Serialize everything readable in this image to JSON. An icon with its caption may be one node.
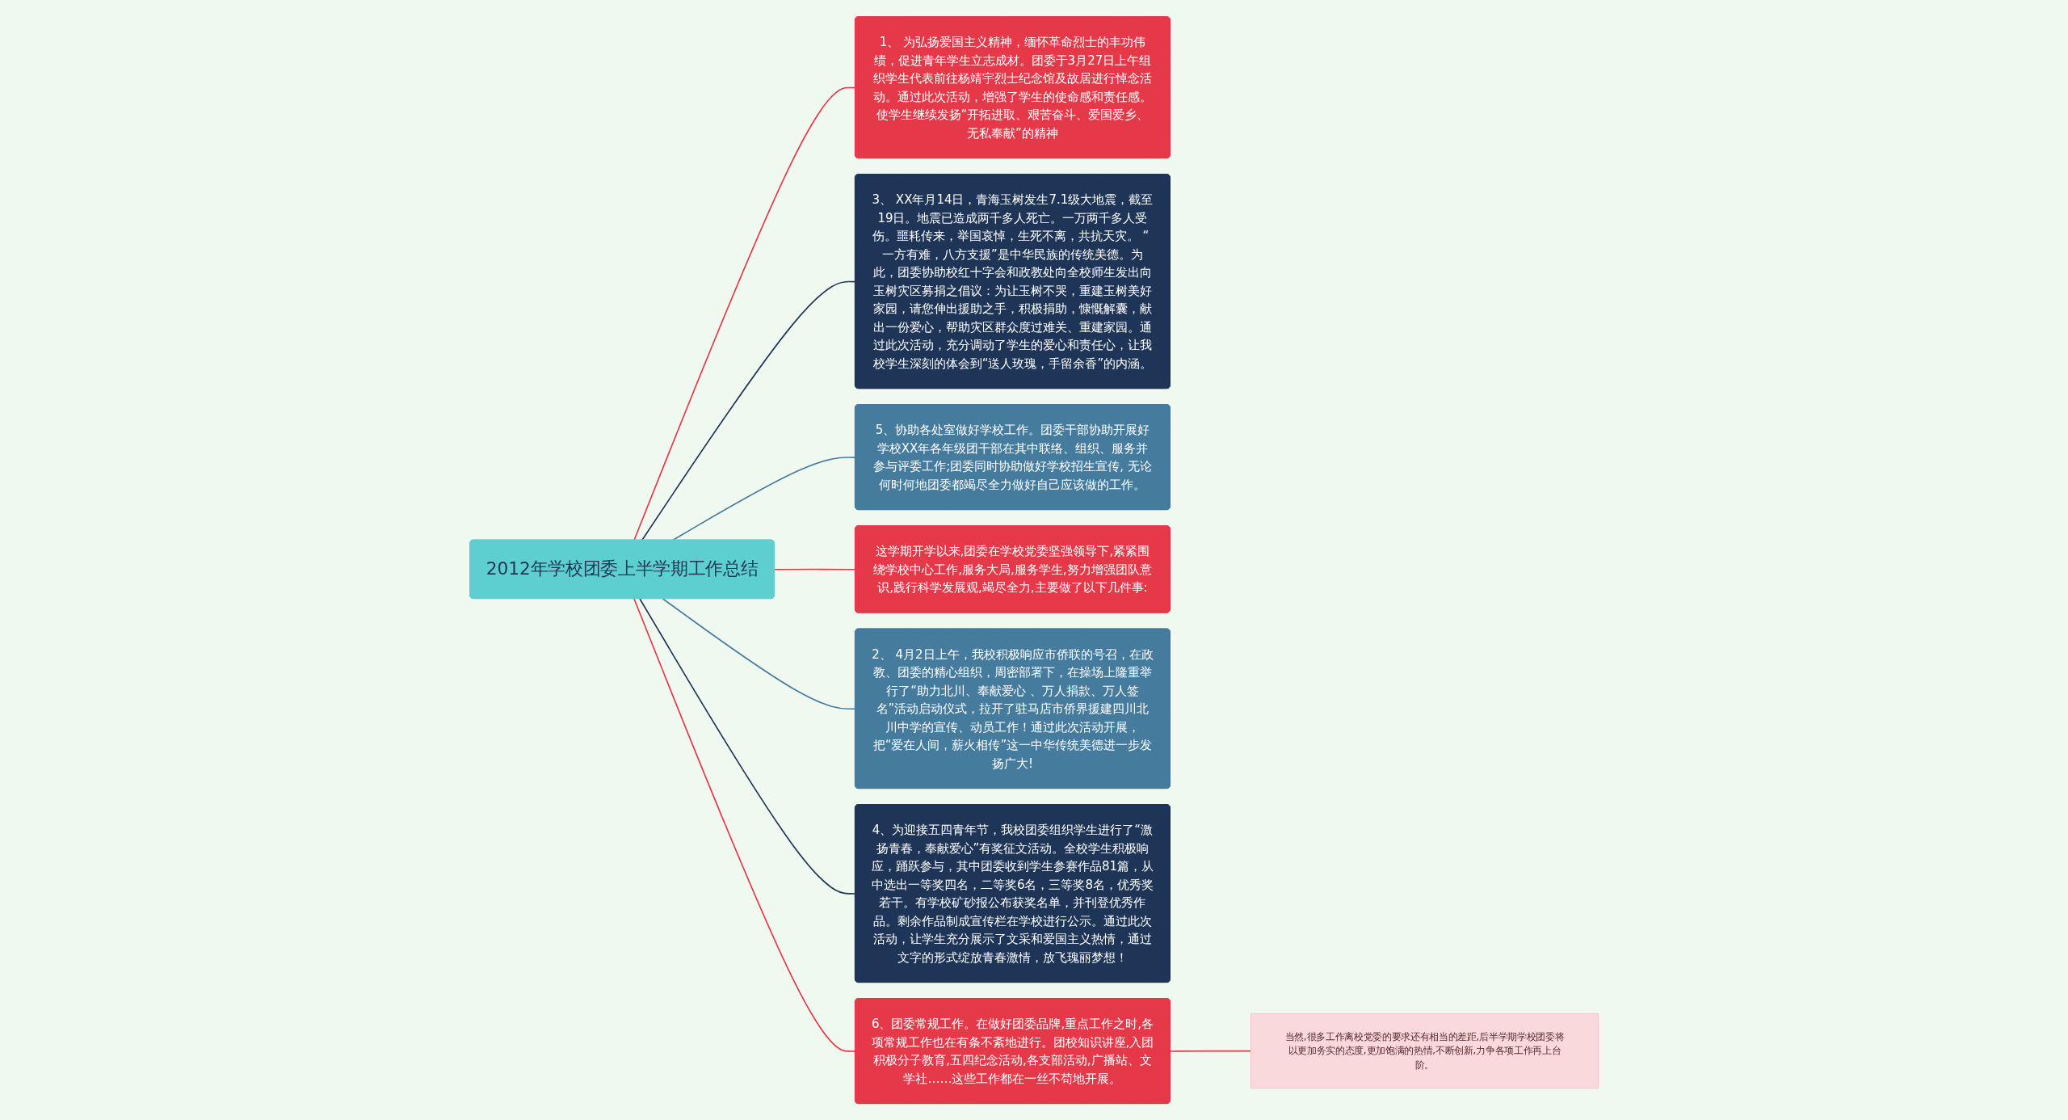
{
  "diagram": {
    "nodes": [
      {
        "text": [
          "2012年学校团委上半学期工作总结"
        ]
      },
      {
        "text": [
          "1、 为弘扬爱国主义精神，缅怀革命烈士的丰功伟绩，促进青年学生立志成材。团委于3月27日上午组织学生代表前往杨靖宇烈士纪念馆及故居进行悼念活动。通过此次活动，增强了学生的使命感和责任感。使学生继续发扬“开拓进取、艰苦奋斗、爱国爱乡、无私奉献”的精神"
        ]
      },
      {
        "text": [
          "3、 XX年月14日，青海玉树发生7.1级大地震，截至19日。地震已造成两千多人死亡。一万两千多人受伤。噩耗传来，举国哀悼，生死不离，共抗天灾。 “ 一方有难，八方支援”是中华民族的传统美德。为此，团委协助校红十字会和政教处向全校师生发出向玉树灾区募捐之倡议：为让玉树不哭，重建玉树美好家园，请您伸出援助之手，积极捐助，慷慨解囊，献出一份爱心，帮助灾区群众度过难关、重建家园。通过此次活动，充分调动了学生的爱心和责任心，让我校学生深刻的体会到“送人玫瑰，手留余香”的内涵。"
        ]
      },
      {
        "text": [
          "5、协助各处室做好学校工作。团委干部协助开展好学校XX年各年级团干部在其中联络、组织、服务并参与评委工作;团委同时协助做好学校招生宣传, 无论何时何地团委都竭尽全力做好自己应该做的工作。"
        ]
      },
      {
        "text": [
          "这学期开学以来,团委在学校党委坚强领导下,紧紧围绕学校中心工作,服务大局,服务学生,努力增强团队意识,践行科学发展观,竭尽全力,主要做了以下几件事:"
        ]
      },
      {
        "text": [
          "2、 4月2日上午，我校积极响应市侨联的号召，在政教、团委的精心组织，周密部署下，在操场上隆重举行了“助力北川、奉献爱心 、万人捐款、万人签名”活动启动仪式，拉开了驻马店市侨界援建四川北川中学的宣传、动员工作！通过此次活动开展，把“爱在人间，薪火相传”这一中华传统美德进一步发扬广大!"
        ]
      },
      {
        "text": [
          "4、为迎接五四青年节，我校团委组织学生进行了“激扬青春，奉献爱心”有奖征文活动。全校学生积极响应，踊跃参与，其中团委收到学生参赛作品81篇，从中选出一等奖四名，二等奖6名，三等奖8名，优秀奖若干。有学校矿砂报公布获奖名单，并刊登优秀作品。剩余作品制成宣传栏在学校进行公示。通过此次活动，让学生充分展示了文采和爱国主义热情，通过文字的形式绽放青春激情，放飞瑰丽梦想！"
        ]
      },
      {
        "text": [
          "6、团委常规工作。在做好团委品牌,重点工作之时,各项常规工作也在有条不紊地进行。团校知识讲座,入团积极分子教育,五四纪念活动,各支部活动,广播站、文学社……这些工作都在一丝不苟地开展。"
        ]
      },
      {
        "text": [
          "当然,很多工作离校党委的要求还有相当的差距,后半学期学校团委将以更加务实的态度,更加饱满的热情,不断创新,力争各项工作再上台阶。"
        ]
      }
    ],
    "edges": [
      {
        "from": 0,
        "to": 1,
        "arrow": "none"
      },
      {
        "from": 0,
        "to": 2,
        "arrow": "none",
        "color": "#1e3557"
      },
      {
        "from": 0,
        "to": 3,
        "arrow": "none",
        "color": "#457b9d"
      },
      {
        "from": 0,
        "to": 4,
        "arrow": "none"
      },
      {
        "from": 0,
        "to": 5,
        "arrow": "none",
        "color": "#457b9d"
      },
      {
        "from": 0,
        "to": 6,
        "arrow": "none",
        "color": "#1e3557"
      },
      {
        "from": 0,
        "to": 7,
        "arrow": "none"
      },
      {
        "from": 7,
        "to": 8,
        "arrow": "none"
      }
    ]
  }
}
